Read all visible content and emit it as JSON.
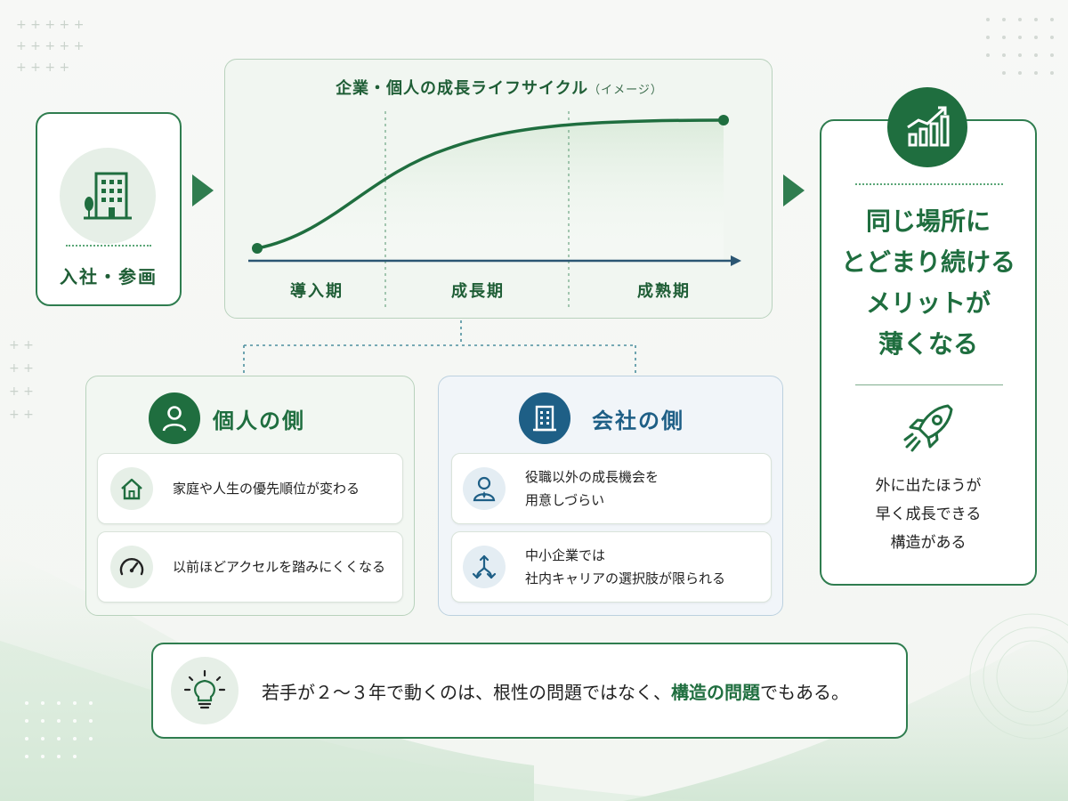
{
  "entry": {
    "label": "入社・参画",
    "icon": "building-icon"
  },
  "lifecycle": {
    "title": "企業・個人の成長ライフサイクル",
    "title_note": "（イメージ）",
    "phases": [
      "導入期",
      "成長期",
      "成熟期"
    ]
  },
  "result": {
    "lines": [
      "同じ場所に",
      "とどまり続ける",
      "メリットが",
      "薄くなる"
    ],
    "sub_lines": [
      "外に出たほうが",
      "早く成長できる",
      "構造がある"
    ],
    "top_icon": "growth-chart-icon",
    "rocket_icon": "rocket-icon"
  },
  "individual": {
    "title": "個人の側",
    "items": [
      {
        "text": "家庭や人生の優先順位が変わる",
        "icon": "house-icon"
      },
      {
        "text": "以前ほどアクセルを踏みにくくなる",
        "icon": "speedometer-icon"
      }
    ]
  },
  "company": {
    "title": "会社の側",
    "items": [
      {
        "lines": [
          "役職以外の成長機会を",
          "用意しづらい"
        ],
        "icon": "manager-icon"
      },
      {
        "lines": [
          "中小企業では",
          "社内キャリアの選択肢が限られる"
        ],
        "icon": "fork-arrows-icon"
      }
    ]
  },
  "conclusion": {
    "before": "若手が２〜３年で動くのは、根性の問題ではなく、",
    "emphasis": "構造の問題",
    "after": "でもある。",
    "icon": "lightbulb-icon"
  },
  "colors": {
    "green": "#1f6e3f",
    "blue": "#1e5f86",
    "accent_light": "#e6efe7"
  }
}
